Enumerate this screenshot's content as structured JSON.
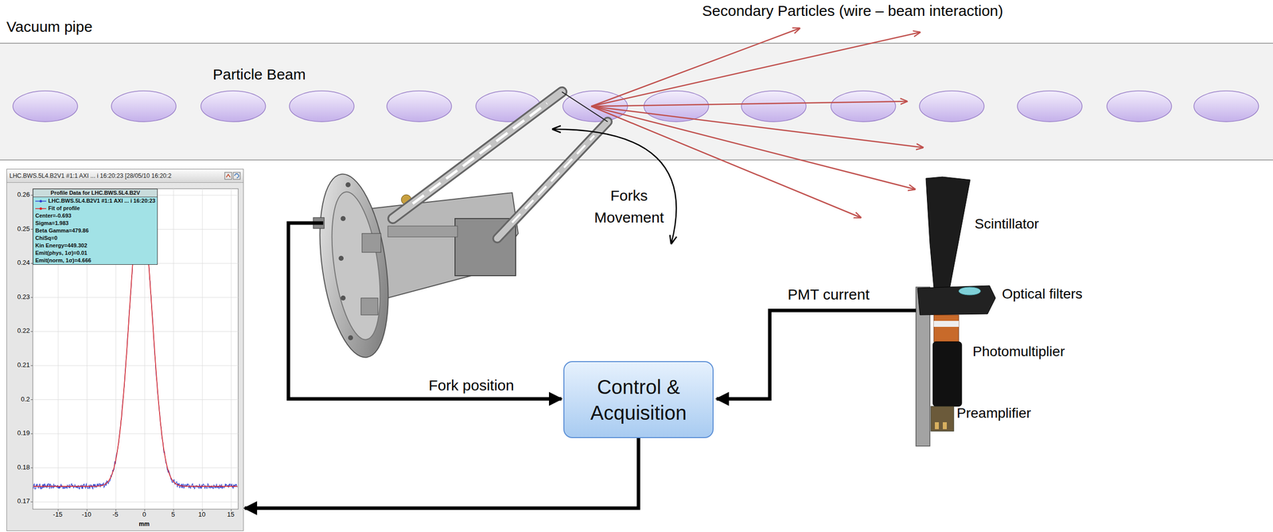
{
  "diagram": {
    "nodes": [
      {
        "text": [
          "Control & Acquisition"
        ]
      },
      {
        "text": [
          "LHC.BWS.5L4.B2V1 #1:1 AXI ... i 16:20:23 [28/05/10 16:20:2"
        ]
      },
      {
        "text": [
          "Profile Data for LHC.BWS.5L4.B2V",
          "Center=-0.693",
          "Sigma=1.983",
          "Beta Gamma=479.86",
          "ChiSq=0",
          "Kin Energy=449.302",
          "Emit(phys, 1σ)=0.01",
          "Emit(norm, 1σ)=4.666"
        ],
        "in": 1
      }
    ],
    "edges": [
      {
        "from": 0,
        "to": 1,
        "arrow": "to"
      }
    ],
    "labels": [
      "Vacuum pipe",
      "Secondary Particles (wire – beam interaction)",
      "Particle Beam",
      "Forks Movement",
      "Fork position",
      "PMT current",
      "Scintillator",
      "Optical filters",
      "Photomultiplier",
      "Preamplifier",
      "0.26",
      "0.25",
      "0.24",
      "0.23",
      "0.22",
      "0.21",
      "0.2",
      "0.19",
      "0.18",
      "0.17",
      "-15",
      "-10",
      "-5",
      "0",
      "5",
      "10",
      "15",
      "mm"
    ],
    "legend": [
      {
        "text": "LHC.BWS.5L4.B2V1 #1:1 AXI ... i 16:20:23"
      },
      {
        "text": "Fit of profile"
      }
    ]
  }
}
